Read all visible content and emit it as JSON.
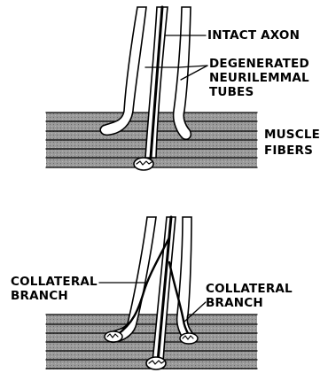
{
  "top_panel": {
    "intact_axon_label": "INTACT AXON",
    "degenerated_line1": "DEGENERATED",
    "degenerated_line2": "NEURILEMMAL",
    "degenerated_line3": "TUBES",
    "muscle_line1": "MUSCLE",
    "muscle_line2": "FIBERS"
  },
  "bottom_panel": {
    "left_collateral_line1": "COLLATERAL",
    "left_collateral_line2": "BRANCH",
    "right_collateral_line1": "COLLATERAL",
    "right_collateral_line2": "BRANCH"
  },
  "colors": {
    "ink": "#000000",
    "muscle_fill": "#8a8a8a",
    "background": "#ffffff"
  }
}
